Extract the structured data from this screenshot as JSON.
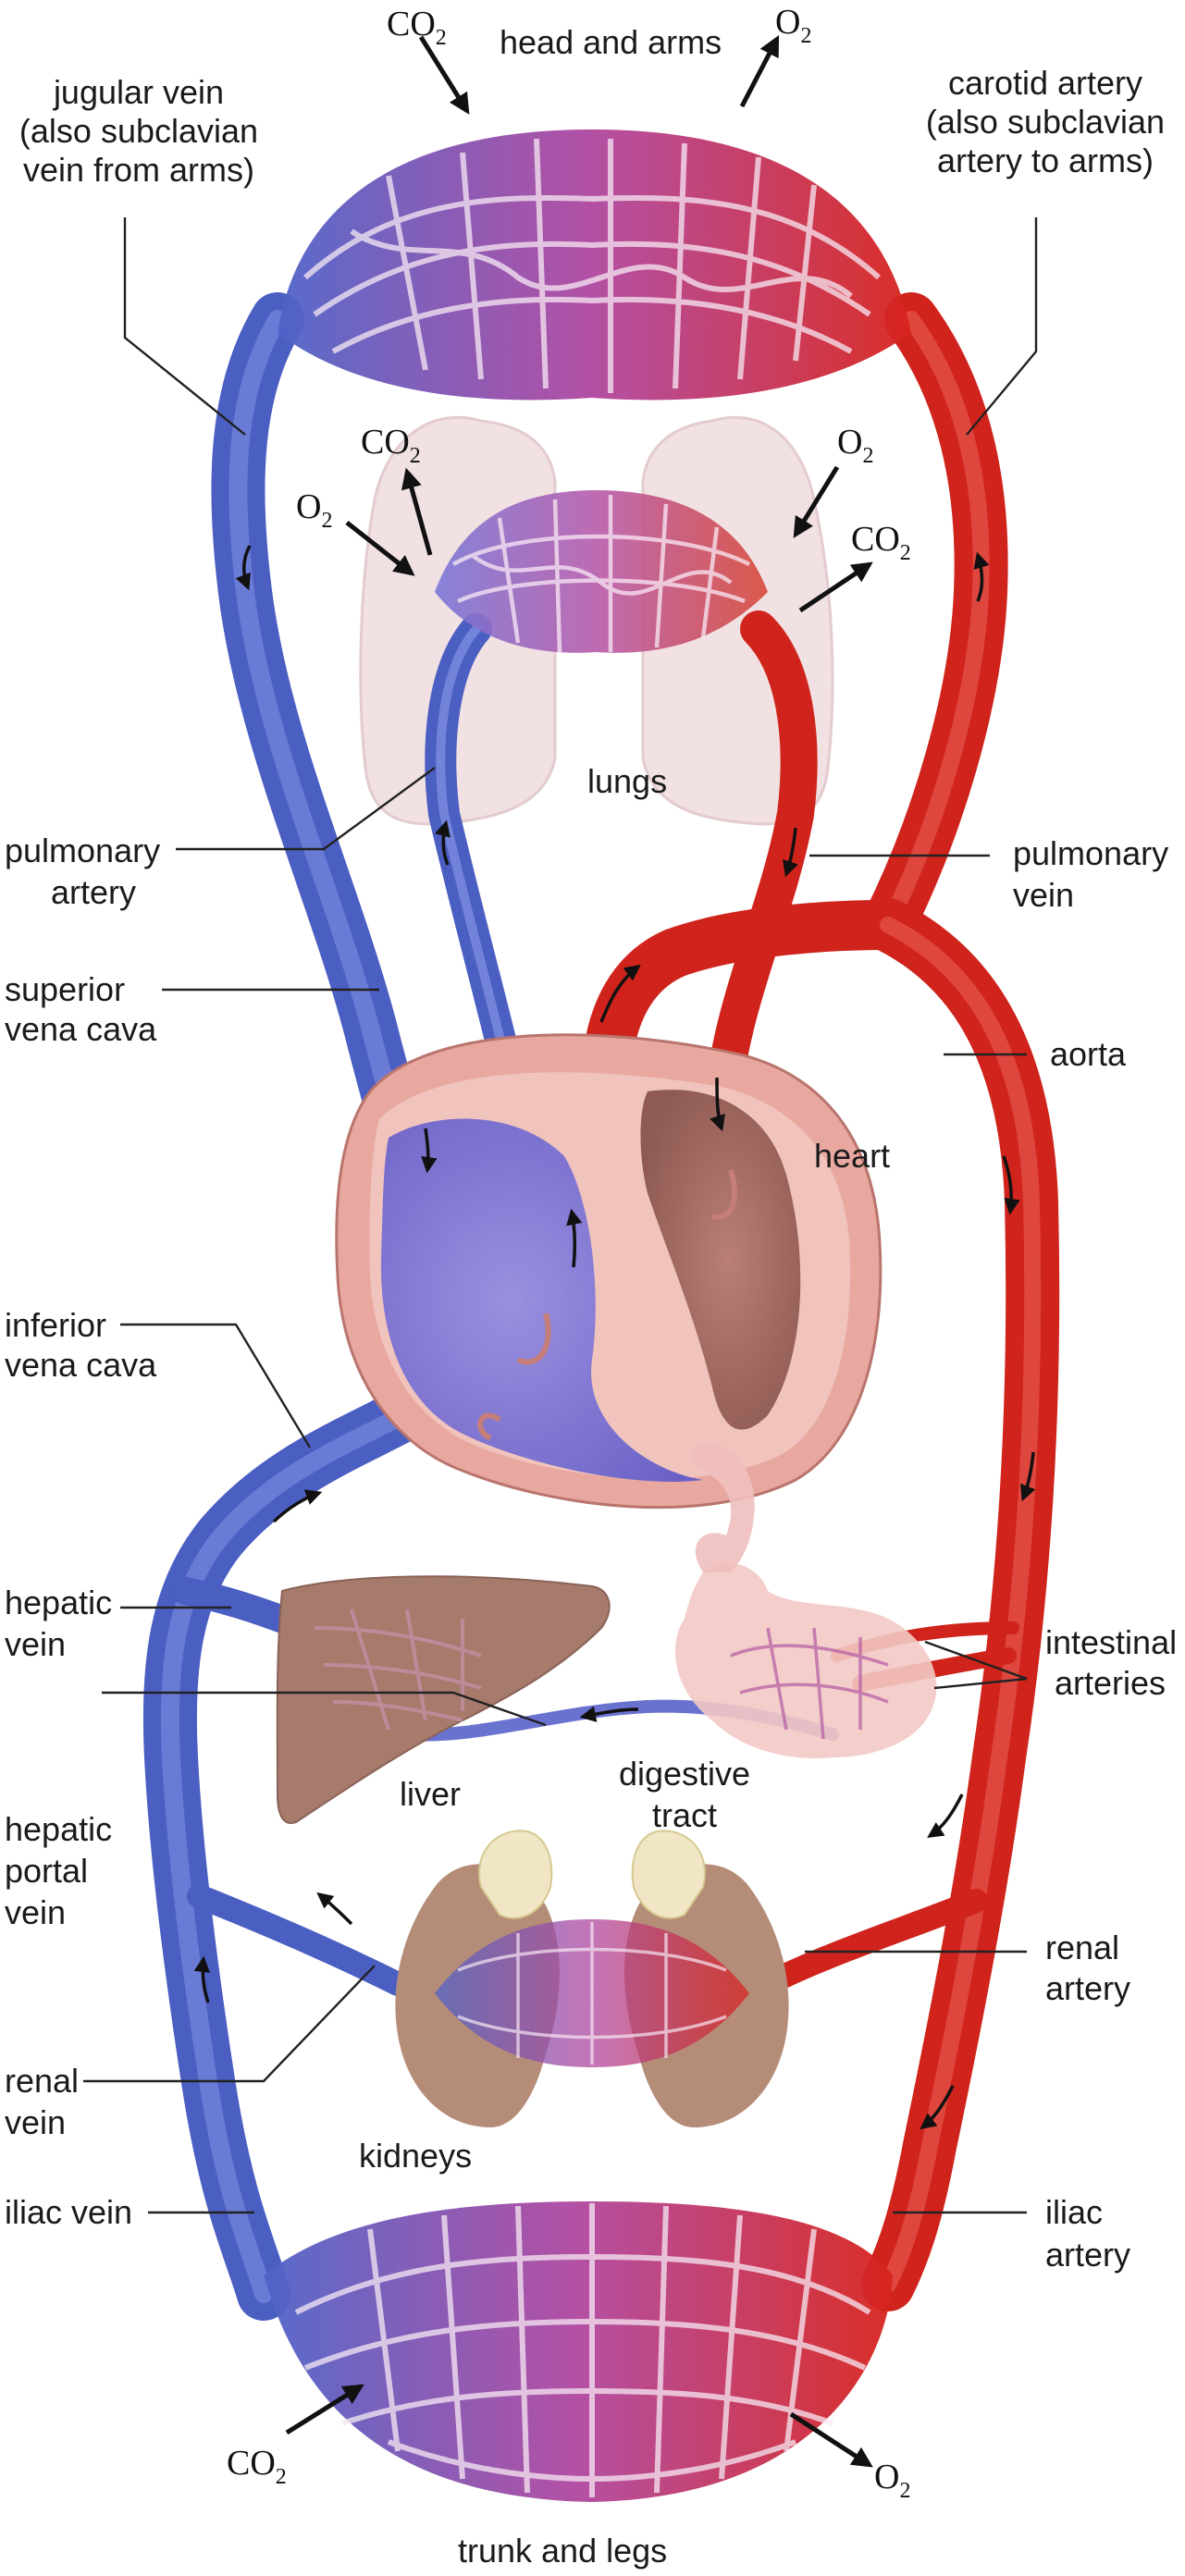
{
  "labels": {
    "head_and_arms": "head and arms",
    "jugular_vein": [
      "jugular vein",
      "(also subclavian",
      "vein from arms)"
    ],
    "carotid_artery": [
      "carotid artery",
      "(also subclavian",
      "artery to arms)"
    ],
    "lungs": "lungs",
    "pulmonary_artery": [
      "pulmonary",
      "artery"
    ],
    "pulmonary_vein": [
      "pulmonary",
      "vein"
    ],
    "superior_vena_cava": [
      "superior",
      "vena cava"
    ],
    "aorta": "aorta",
    "heart": "heart",
    "inferior_vena_cava": [
      "inferior",
      "vena cava"
    ],
    "hepatic_vein": [
      "hepatic",
      "vein"
    ],
    "intestinal_arteries": [
      "intestinal",
      "arteries"
    ],
    "liver": "liver",
    "digestive_tract": [
      "digestive",
      "tract"
    ],
    "hepatic_portal_vein": [
      "hepatic",
      "portal",
      "vein"
    ],
    "renal_artery": [
      "renal",
      "artery"
    ],
    "renal_vein": [
      "renal",
      "vein"
    ],
    "kidneys": "kidneys",
    "iliac_vein": "iliac vein",
    "iliac_artery": [
      "iliac",
      "artery"
    ],
    "trunk_and_legs": "trunk and legs"
  },
  "gases": {
    "co2_main": "CO",
    "co2_sub": "2",
    "o2_main": "O",
    "o2_sub": "2"
  },
  "colors": {
    "vein_blue": "#5a6fd0",
    "artery_red": "#d42a22",
    "mixed_purple": "#b45aa8",
    "lung_pink": "#eedbdd",
    "heart_wall": "#e9a39c",
    "liver_brown": "#a57a6b",
    "kidney_brown": "#b48a74"
  }
}
